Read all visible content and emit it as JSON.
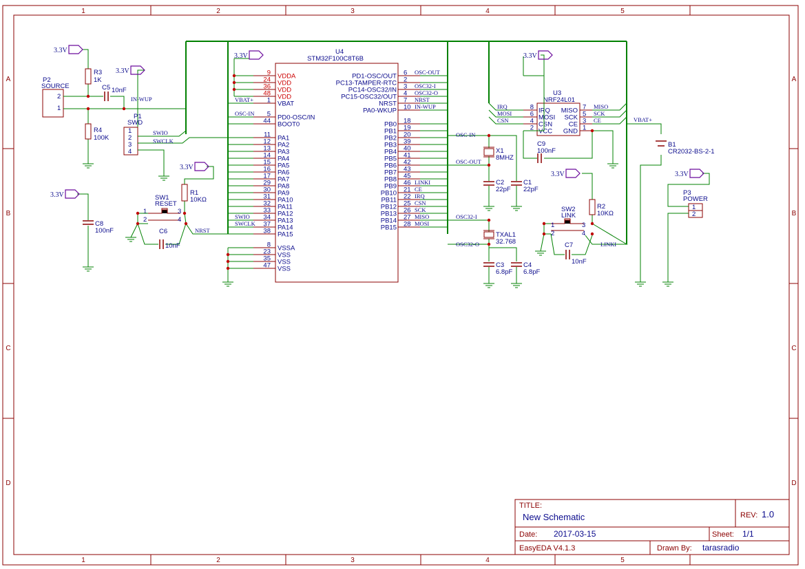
{
  "frame": {
    "columns": [
      "1",
      "2",
      "3",
      "4",
      "5"
    ],
    "rows": [
      "A",
      "B",
      "C",
      "D"
    ]
  },
  "power": {
    "v33": "3.3V",
    "vbat": "VBAT+"
  },
  "parts": {
    "u4": {
      "ref": "U4",
      "value": "STM32F100C8T6B"
    },
    "u3": {
      "ref": "U3",
      "value": "NRF24L01"
    },
    "p2": {
      "ref": "P2",
      "value": "SOURCE"
    },
    "p1": {
      "ref": "P1",
      "value": "SWD"
    },
    "p3": {
      "ref": "P3",
      "value": "POWER"
    },
    "sw1": {
      "ref": "SW1",
      "value": "RESET"
    },
    "sw2": {
      "ref": "SW2",
      "value": "LINK"
    },
    "r1": {
      "ref": "R1",
      "value": "10KΩ"
    },
    "r2": {
      "ref": "R2",
      "value": "10KΩ"
    },
    "r3": {
      "ref": "R3",
      "value": "1K"
    },
    "r4": {
      "ref": "R4",
      "value": "100K"
    },
    "c1": {
      "ref": "C1",
      "value": "22pF"
    },
    "c2": {
      "ref": "C2",
      "value": "22pF"
    },
    "c3": {
      "ref": "C3",
      "value": "6.8pF"
    },
    "c4": {
      "ref": "C4",
      "value": "6.8pF"
    },
    "c5": {
      "ref": "C5",
      "value": "10nF"
    },
    "c6": {
      "ref": "C6",
      "value": "10nF"
    },
    "c7": {
      "ref": "C7",
      "value": "10nF"
    },
    "c8": {
      "ref": "C8",
      "value": "100nF"
    },
    "c9": {
      "ref": "C9",
      "value": "100nF"
    },
    "x1": {
      "ref": "X1",
      "value": "8MHZ"
    },
    "txal1": {
      "ref": "TXAL1",
      "value": "32.768"
    },
    "b1": {
      "ref": "B1",
      "value": "CR2032-BS-2-1"
    }
  },
  "u4_left": [
    {
      "num": "9",
      "name": "VDDA",
      "red": true,
      "net": ""
    },
    {
      "num": "24",
      "name": "VDD",
      "red": true,
      "net": ""
    },
    {
      "num": "36",
      "name": "VDD",
      "red": true,
      "net": ""
    },
    {
      "num": "48",
      "name": "VDD",
      "red": true,
      "net": ""
    },
    {
      "num": "1",
      "name": "VBAT",
      "red": false,
      "net": "VBAT+"
    },
    {
      "num": "5",
      "name": "PD0-OSC/IN",
      "red": false,
      "net": "OSC-IN"
    },
    {
      "num": "44",
      "name": "BOOT0",
      "red": false,
      "net": ""
    },
    {
      "num": "11",
      "name": "PA1",
      "red": false,
      "net": ""
    },
    {
      "num": "12",
      "name": "PA2",
      "red": false,
      "net": ""
    },
    {
      "num": "13",
      "name": "PA3",
      "red": false,
      "net": ""
    },
    {
      "num": "14",
      "name": "PA4",
      "red": false,
      "net": ""
    },
    {
      "num": "15",
      "name": "PA5",
      "red": false,
      "net": ""
    },
    {
      "num": "16",
      "name": "PA6",
      "red": false,
      "net": ""
    },
    {
      "num": "17",
      "name": "PA7",
      "red": false,
      "net": ""
    },
    {
      "num": "29",
      "name": "PA8",
      "red": false,
      "net": ""
    },
    {
      "num": "30",
      "name": "PA9",
      "red": false,
      "net": ""
    },
    {
      "num": "31",
      "name": "PA10",
      "red": false,
      "net": ""
    },
    {
      "num": "32",
      "name": "PA11",
      "red": false,
      "net": ""
    },
    {
      "num": "33",
      "name": "PA12",
      "red": false,
      "net": ""
    },
    {
      "num": "34",
      "name": "PA13",
      "red": false,
      "net": "SWIO"
    },
    {
      "num": "37",
      "name": "PA14",
      "red": false,
      "net": "SWCLK"
    },
    {
      "num": "38",
      "name": "PA15",
      "red": false,
      "net": ""
    },
    {
      "num": "8",
      "name": "VSSA",
      "red": false,
      "net": ""
    },
    {
      "num": "23",
      "name": "VSS",
      "red": false,
      "net": ""
    },
    {
      "num": "35",
      "name": "VSS",
      "red": false,
      "net": ""
    },
    {
      "num": "47",
      "name": "VSS",
      "red": false,
      "net": ""
    }
  ],
  "u4_right": [
    {
      "num": "6",
      "name": "PD1-OSC/OUT",
      "net": "OSC-OUT"
    },
    {
      "num": "2",
      "name": "PC13-TAMPER-RTC",
      "net": ""
    },
    {
      "num": "3",
      "name": "PC14-OSC32/IN",
      "net": "OSC32-I"
    },
    {
      "num": "4",
      "name": "PC15-OSC32/OUT",
      "net": "OSC32-O"
    },
    {
      "num": "7",
      "name": "NRST",
      "net": "NRST"
    },
    {
      "num": "10",
      "name": "PA0-WKUP",
      "net": "IN-WUP"
    },
    {
      "num": "18",
      "name": "PB0",
      "net": ""
    },
    {
      "num": "19",
      "name": "PB1",
      "net": ""
    },
    {
      "num": "20",
      "name": "PB2",
      "net": ""
    },
    {
      "num": "39",
      "name": "PB3",
      "net": ""
    },
    {
      "num": "40",
      "name": "PB4",
      "net": ""
    },
    {
      "num": "41",
      "name": "PB5",
      "net": ""
    },
    {
      "num": "42",
      "name": "PB6",
      "net": ""
    },
    {
      "num": "43",
      "name": "PB7",
      "net": ""
    },
    {
      "num": "45",
      "name": "PB8",
      "net": ""
    },
    {
      "num": "46",
      "name": "PB9",
      "net": "LINKI"
    },
    {
      "num": "21",
      "name": "PB10",
      "net": "CE"
    },
    {
      "num": "22",
      "name": "PB11",
      "net": "IRQ"
    },
    {
      "num": "25",
      "name": "PB12",
      "net": "CSN"
    },
    {
      "num": "26",
      "name": "PB13",
      "net": "SCK"
    },
    {
      "num": "27",
      "name": "PB14",
      "net": "MISO"
    },
    {
      "num": "28",
      "name": "PB15",
      "net": "MOSI"
    }
  ],
  "u3_left": [
    {
      "num": "8",
      "name": "IRQ",
      "net": "IRQ"
    },
    {
      "num": "6",
      "name": "MOSI",
      "net": "MOSI"
    },
    {
      "num": "4",
      "name": "CSN",
      "net": "CSN"
    },
    {
      "num": "2",
      "name": "VCC",
      "net": ""
    }
  ],
  "u3_right": [
    {
      "num": "7",
      "name": "MISO",
      "net": "MISO"
    },
    {
      "num": "5",
      "name": "SCK",
      "net": "SCK"
    },
    {
      "num": "3",
      "name": "CE",
      "net": "CE"
    },
    {
      "num": "1",
      "name": "GND",
      "net": ""
    }
  ],
  "nets": {
    "in_wup": "IN-WUP",
    "swio": "SWIO",
    "swclk": "SWCLK",
    "nrst": "NRST",
    "osc_in": "OSC-IN",
    "osc_out": "OSC-OUT",
    "osc32_i": "OSC32-I",
    "osc32_o": "OSC32-O",
    "linki": "LINKI"
  },
  "title_block": {
    "title_label": "TITLE:",
    "title": "New Schematic",
    "rev_label": "REV:",
    "rev": "1.0",
    "date_label": "Date:",
    "date": "2017-03-15",
    "sheet_label": "Sheet:",
    "sheet": "1/1",
    "tool": "EasyEDA V4.1.3",
    "drawn_label": "Drawn By:",
    "drawn_by": "tarasradio"
  }
}
